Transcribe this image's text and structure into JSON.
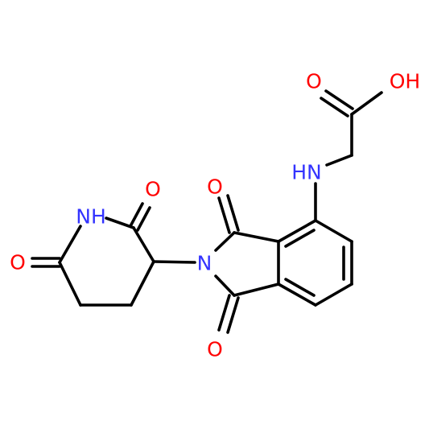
{
  "colors": {
    "background": "#ffffff",
    "bond": "#000000",
    "nitrogen": "#3333ff",
    "oxygen": "#ff0000"
  },
  "atom_labels": {
    "carboxyl_carbonyl_o": "O",
    "carboxyl_oh": "OH",
    "amine_nh": "HN",
    "imide_o_top": "O",
    "imide_o_bottom": "O",
    "imide_n": "N",
    "glutarimide_nh": "NH",
    "glutarimide_o_upper": "O",
    "glutarimide_o_lower": "O"
  }
}
